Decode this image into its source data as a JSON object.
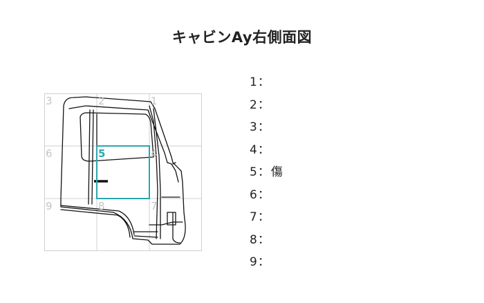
{
  "title": "キャビンAy右側面図",
  "colors": {
    "grid_line": "#cfcfcf",
    "cell_number": "#c4c4c4",
    "selected_accent": "#2ba7ad",
    "drawing_line": "#111111"
  },
  "diagram": {
    "cells": [
      {
        "number": "3",
        "selected": false
      },
      {
        "number": "2",
        "selected": false
      },
      {
        "number": "1",
        "selected": false
      },
      {
        "number": "6",
        "selected": false
      },
      {
        "number": "5",
        "selected": true
      },
      {
        "number": "4",
        "selected": false
      },
      {
        "number": "9",
        "selected": false
      },
      {
        "number": "8",
        "selected": false
      },
      {
        "number": "7",
        "selected": false
      }
    ]
  },
  "legend": {
    "separator": "：",
    "items": [
      {
        "number": "1",
        "value": ""
      },
      {
        "number": "2",
        "value": ""
      },
      {
        "number": "3",
        "value": ""
      },
      {
        "number": "4",
        "value": ""
      },
      {
        "number": "5",
        "value": "傷"
      },
      {
        "number": "6",
        "value": ""
      },
      {
        "number": "7",
        "value": ""
      },
      {
        "number": "8",
        "value": ""
      },
      {
        "number": "9",
        "value": ""
      }
    ]
  }
}
